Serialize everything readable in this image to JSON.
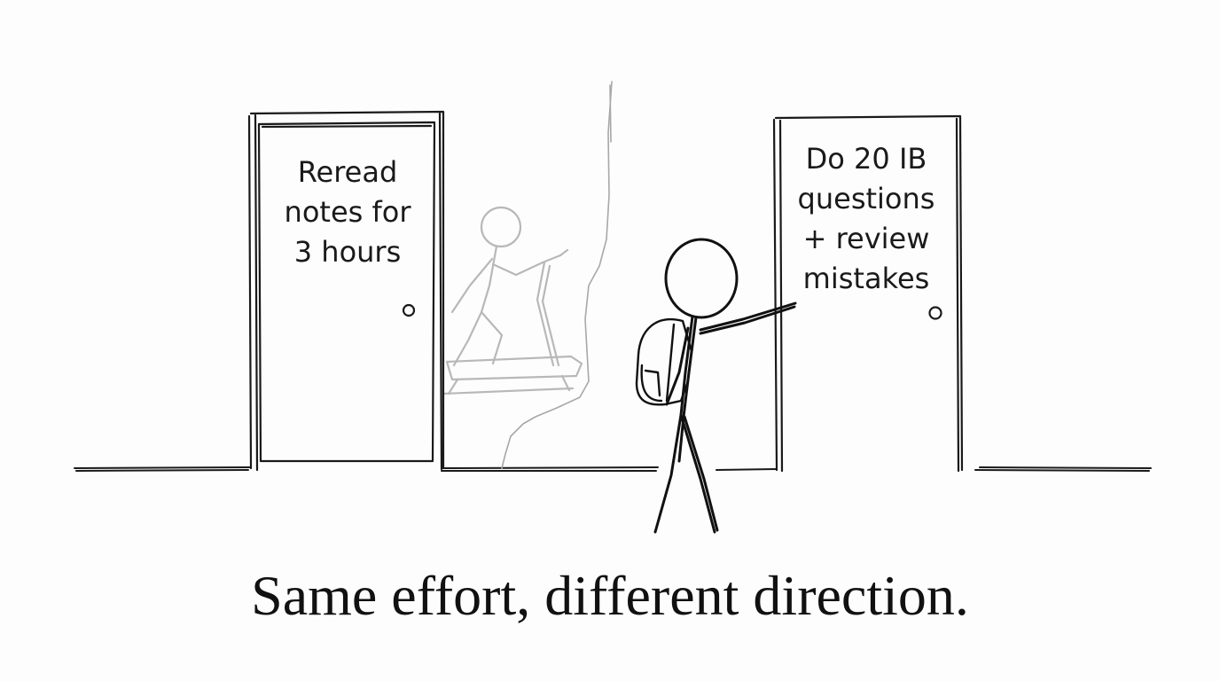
{
  "doors": {
    "left": {
      "lines": [
        "Reread",
        "notes for",
        "3 hours"
      ]
    },
    "right": {
      "lines": [
        "Do 20 IB",
        "questions",
        "+ review",
        "mistakes"
      ]
    }
  },
  "caption": "Same effort, different direction.",
  "colors": {
    "ink": "#1a1a1a",
    "faded_ink": "#b8b8b8",
    "background": "#fdfdfd"
  },
  "icons": [
    "stick-figure-with-backpack",
    "faded-figure-on-treadmill",
    "door-knob"
  ]
}
